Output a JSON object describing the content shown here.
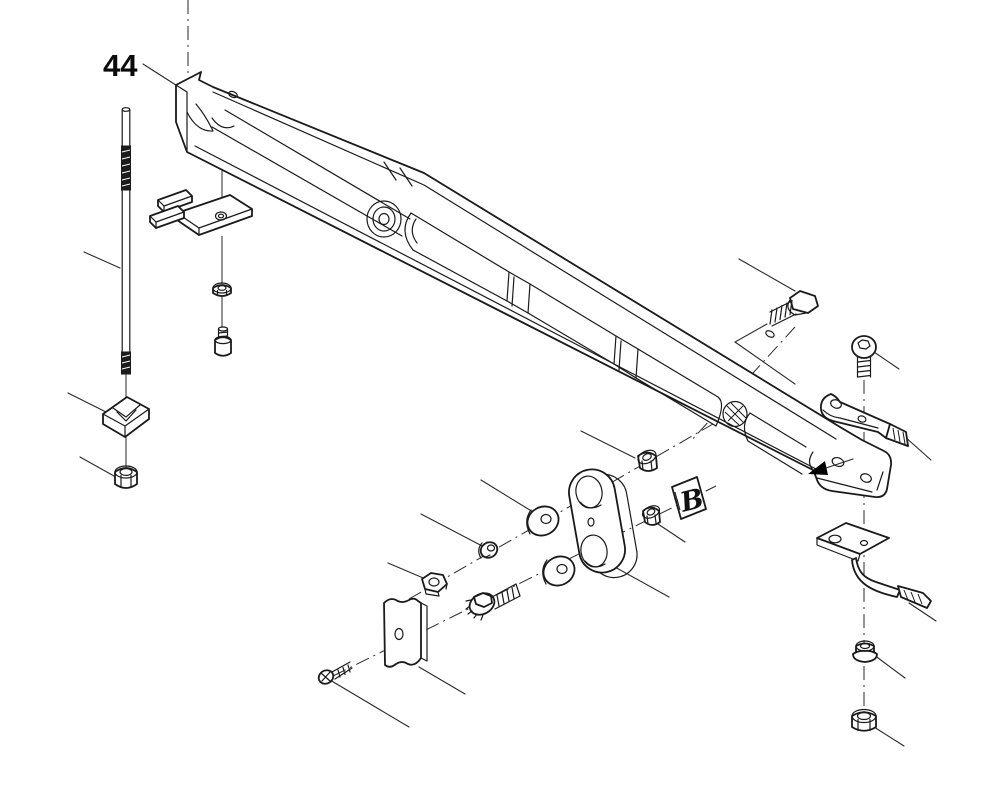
{
  "labels": {
    "part_number": "44",
    "detail_marker": "B"
  },
  "colors": {
    "background": "#ffffff",
    "line": "#1a1a1a",
    "thin_line": "#2a2a2a",
    "arrow_fill": "#000000"
  },
  "parts": [
    {
      "name": "stay-arm-assembly"
    },
    {
      "name": "threaded-rod"
    },
    {
      "name": "wedge-clamp"
    },
    {
      "name": "hex-nut-left"
    },
    {
      "name": "clip-bracket"
    },
    {
      "name": "small-washer-nut"
    },
    {
      "name": "socket-head-bolt"
    },
    {
      "name": "flange-bolt-upper-right"
    },
    {
      "name": "button-head-screw"
    },
    {
      "name": "strap-bracket-upper"
    },
    {
      "name": "z-bracket-lower"
    },
    {
      "name": "flange-nut-right"
    },
    {
      "name": "hex-nut-right-bottom"
    },
    {
      "name": "link-plate"
    },
    {
      "name": "spacer-upper"
    },
    {
      "name": "spacer-lower"
    },
    {
      "name": "flange-nut-upper"
    },
    {
      "name": "flange-nut-lower"
    },
    {
      "name": "small-nut-center"
    },
    {
      "name": "hex-nut-center"
    },
    {
      "name": "flange-bolt-center"
    },
    {
      "name": "anchor-plate"
    },
    {
      "name": "small-screw"
    }
  ]
}
